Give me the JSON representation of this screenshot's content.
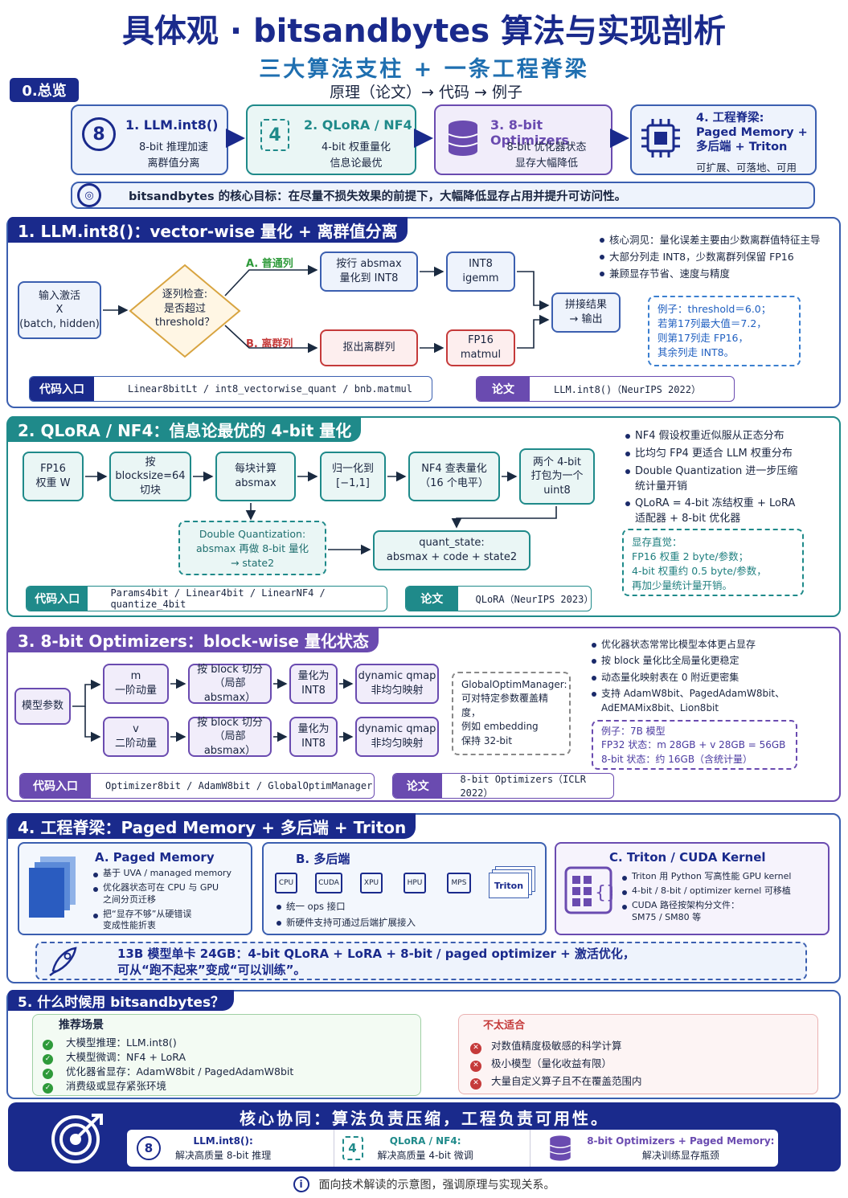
{
  "title": "具体观 · bitsandbytes 算法与实现剖析",
  "subtitle": "三大算法支柱 + 一条工程脊梁",
  "overview": {
    "tag": "0.总览",
    "flow": "原理（论文）→ 代码 → 例子",
    "cards": [
      {
        "num": "8",
        "title": "1. LLM.int8()",
        "desc": "8-bit 推理加速\n离群值分离"
      },
      {
        "num": "4",
        "title": "2. QLoRA / NF4",
        "desc": "4-bit 权重量化\n信息论最优"
      },
      {
        "num": "",
        "title": "3. 8-bit Optimizers",
        "desc": "8-bit 优化器状态\n显存大幅降低"
      },
      {
        "num": "",
        "title": "4. 工程脊梁:\nPaged Memory +\n多后端 + Triton",
        "desc": "可扩展、可落地、可用"
      }
    ],
    "goal": "bitsandbytes 的核心目标：在尽量不损失效果的前提下，大幅降低显存占用并提升可访问性。"
  },
  "s1": {
    "header": "1. LLM.int8()：vector-wise 量化 + 离群值分离",
    "input": "输入激活\nX\n(batch, hidden)",
    "check": "逐列检查:\n是否超过\nthreshold？",
    "branch_a": "A. 普通列",
    "branch_b": "B. 离群列",
    "a1": "按行 absmax\n量化到 INT8",
    "a2": "INT8\nigemm",
    "b1": "抠出离群列",
    "b2": "FP16\nmatmul",
    "merge": "拼接结果\n→ 输出",
    "bullets": [
      "核心洞见：量化误差主要由少数离群值特征主导",
      "大部分列走 INT8，少数离群列保留 FP16",
      "兼顾显存节省、速度与精度"
    ],
    "example": "例子：threshold＝6.0；\n若第17列最大值＝7.2，\n则第17列走 FP16，\n其余列走 INT8。",
    "code_tag": "代码入口",
    "code": "Linear8bitLt / int8_vectorwise_quant / bnb.matmul",
    "paper_tag": "论文",
    "paper": "LLM.int8()（NeurIPS 2022）"
  },
  "s2": {
    "header": "2. QLoRA / NF4：信息论最优的 4-bit 量化",
    "steps": [
      "FP16\n权重 W",
      "按\nblocksize=64\n切块",
      "每块计算\nabsmax",
      "归一化到\n[−1,1]",
      "NF4 查表量化\n（16 个电平）",
      "两个 4-bit\n打包为一个\nuint8"
    ],
    "dq": "Double Quantization:\nabsmax 再做 8-bit 量化\n→ state2",
    "qs": "quant_state:\nabsmax + code + state2",
    "bullets": [
      "NF4 假设权重近似服从正态分布",
      "比均匀 FP4 更适合 LLM 权重分布",
      "Double Quantization 进一步压缩\n统计量开销",
      "QLoRA = 4-bit 冻结权重 + LoRA\n适配器 + 8-bit 优化器"
    ],
    "memo": "显存直觉：\nFP16 权重 2 byte/参数；\n4-bit 权重约 0.5 byte/参数，\n再加少量统计量开销。",
    "code_tag": "代码入口",
    "code": "Params4bit / Linear4bit / LinearNF4 / quantize_4bit",
    "paper_tag": "论文",
    "paper": "QLoRA（NeurIPS 2023）"
  },
  "s3": {
    "header": "3. 8-bit Optimizers：block-wise 量化状态",
    "param": "模型参数",
    "m": "m\n一阶动量",
    "v": "v\n二阶动量",
    "split": "按 block 切分\n（局部 absmax）",
    "q": "量化为\nINT8",
    "dq": "dynamic qmap\n非均匀映射",
    "gom": "GlobalOptimManager:\n可对特定参数覆盖精度，\n例如 embedding\n保持 32-bit",
    "bullets": [
      "优化器状态常常比模型本体更占显存",
      "按 block 量化比全局量化更稳定",
      "动态量化映射表在 0 附近更密集",
      "支持 AdamW8bit、PagedAdamW8bit、\nAdEMAMix8bit、Lion8bit"
    ],
    "example": "例子：7B 模型\nFP32 状态：m 28GB + v 28GB = 56GB\n8-bit 状态：约 16GB（含统计量）",
    "code_tag": "代码入口",
    "code": "Optimizer8bit / AdamW8bit / GlobalOptimManager",
    "paper_tag": "论文",
    "paper": "8-bit Optimizers（ICLR 2022）"
  },
  "s4": {
    "header": "4. 工程脊梁：Paged Memory + 多后端 + Triton",
    "a_title": "A. Paged Memory",
    "a_items": [
      "基于 UVA / managed memory",
      "优化器状态可在 CPU 与 GPU\n之间分页迁移",
      "把“显存不够”从硬错误\n变成性能折衷"
    ],
    "b_title": "B. 多后端",
    "chips": [
      "CPU",
      "CUDA",
      "XPU",
      "HPU",
      "MPS"
    ],
    "triton": "Triton",
    "b_items": [
      "统一 ops 接口",
      "新硬件支持可通过后端扩展接入"
    ],
    "c_title": "C. Triton / CUDA Kernel",
    "c_items": [
      "Triton 用 Python 写高性能 GPU kernel",
      "4-bit / 8-bit / optimizer kernel 可移植",
      "CUDA 路径按架构分文件：\nSM75 / SM80 等"
    ],
    "banner": "13B 模型单卡 24GB：4-bit QLoRA + LoRA + 8-bit / paged optimizer + 激活优化，\n可从“跑不起来”变成“可以训练”。"
  },
  "s5": {
    "header": "5. 什么时候用 bitsandbytes？",
    "good_title": "推荐场景",
    "good": [
      "大模型推理：LLM.int8()",
      "大模型微调：NF4 + LoRA",
      "优化器省显存：AdamW8bit / PagedAdamW8bit",
      "消费级或显存紧张环境"
    ],
    "bad_title": "不太适合",
    "bad": [
      "对数值精度极敏感的科学计算",
      "极小模型（量化收益有限）",
      "大量自定义算子且不在覆盖范围内"
    ]
  },
  "footer": {
    "title": "核心协同：算法负责压缩，工程负责可用性。",
    "items": [
      {
        "num": "8",
        "t": "LLM.int8():",
        "d": "解决高质量 8-bit 推理"
      },
      {
        "num": "4",
        "t": "QLoRA / NF4:",
        "d": "解决高质量 4-bit 微调"
      },
      {
        "num": "",
        "t": "8-bit Optimizers + Paged Memory:",
        "d": "解决训练显存瓶颈"
      }
    ],
    "note": "面向技术解读的示意图，强调原理与实现关系。"
  },
  "colors": {
    "navy": "#1a2a8c",
    "blue": "#3b5fb0",
    "teal": "#1f8a8a",
    "purple": "#6a4bb0",
    "red": "#c53a3a",
    "green": "#2e9a3a"
  }
}
